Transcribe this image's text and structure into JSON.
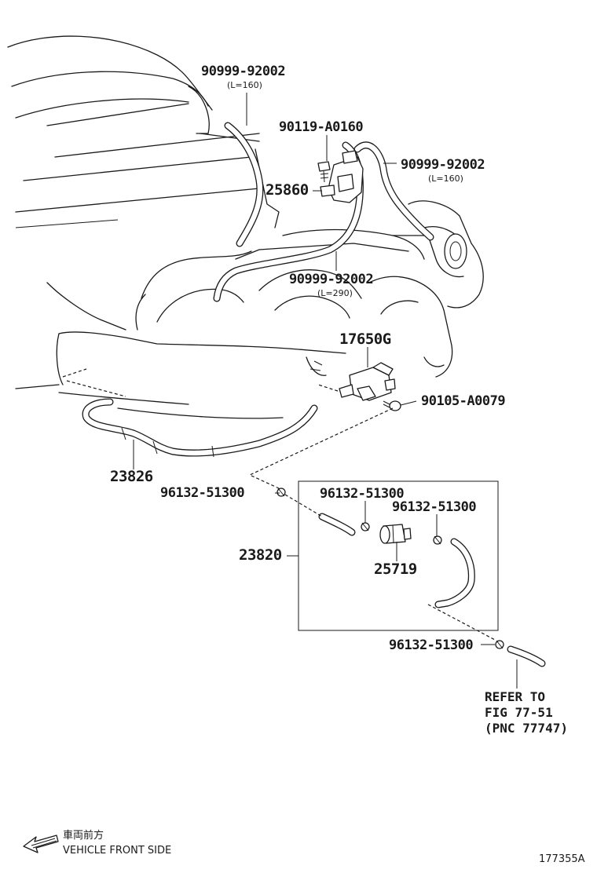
{
  "labels": {
    "hose_top": "90999-92002",
    "hose_top_len": "(L=160)",
    "bolt_a0160": "90119-A0160",
    "hose_right": "90999-92002",
    "hose_right_len": "(L=160)",
    "vsv_25860": "25860",
    "hose_mid": "90999-92002",
    "hose_mid_len": "(L=290)",
    "vsv_17650g": "17650G",
    "bolt_a0079": "90105-A0079",
    "hose_23826": "23826",
    "clamp_left": "96132-51300",
    "clamp_box_left": "96132-51300",
    "clamp_box_right": "96132-51300",
    "assy_23820": "23820",
    "filter_25719": "25719",
    "clamp_bottom": "96132-51300"
  },
  "refer": {
    "line1": "REFER TO",
    "line2": "FIG 77-51",
    "line3": "(PNC 77747)"
  },
  "footer": {
    "jp_text": "車両前方",
    "en_text": "VEHICLE FRONT SIDE",
    "illustration_id": "177355A"
  },
  "icons": {
    "front_arrow": "arrow-left-icon"
  }
}
